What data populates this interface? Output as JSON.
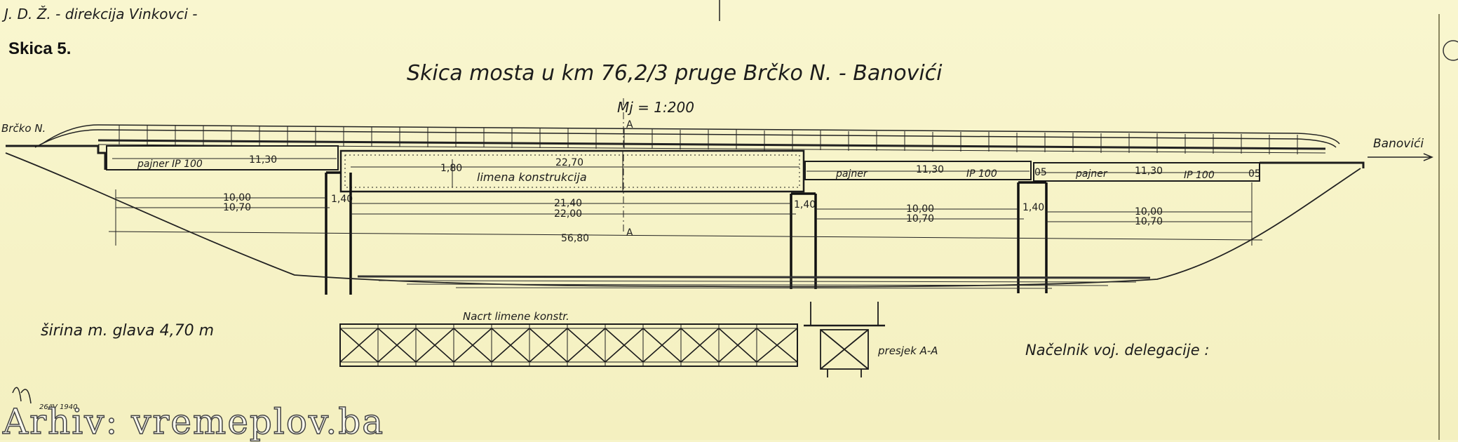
{
  "header": {
    "agency": "J. D. Ž. - direkcija Vinkovci -",
    "sketch_no": "Skica 5."
  },
  "drawing": {
    "title": "Skica mosta u km 76,2/3 pruge Brčko N. - Banovići",
    "scale": "Mj = 1:200",
    "left_station": "Brčko N.",
    "right_station": "Banovići",
    "section_mark_top": "A",
    "section_mark_bottom": "A",
    "spans": [
      {
        "beam_label": "pajner IP 100",
        "length": "11,30",
        "clear": "10,00",
        "axis": "10,70"
      },
      {
        "beam_label": "limena konstrukcija",
        "length": "22,70",
        "depth": "1,80",
        "clear": "21,40",
        "axis": "22,00"
      },
      {
        "beam_label_left": "pajner",
        "beam_label_right": "IP 100",
        "length": "11,30",
        "clear": "10,00",
        "axis": "10,70"
      },
      {
        "beam_label_left": "pajner",
        "beam_label_right": "IP 100",
        "length": "11,30",
        "clear": "10,00",
        "axis": "10,70"
      }
    ],
    "pier_widths": [
      "1,40",
      "1,40",
      "1,40"
    ],
    "bearing_gaps": [
      "05",
      "05"
    ],
    "total_length": "56,80",
    "head_width_note": "širina m. glava 4,70 m",
    "plan_title": "Nacrt limene konstr.",
    "section_title": "presjek A-A",
    "signature_label": "Načelnik voj. delegacije :",
    "signature_date": "26/IV 1940"
  },
  "watermark": "Arhiv: vremeplov.ba",
  "colors": {
    "paper": "#f7f4c9",
    "ink": "#1c1c1c"
  }
}
